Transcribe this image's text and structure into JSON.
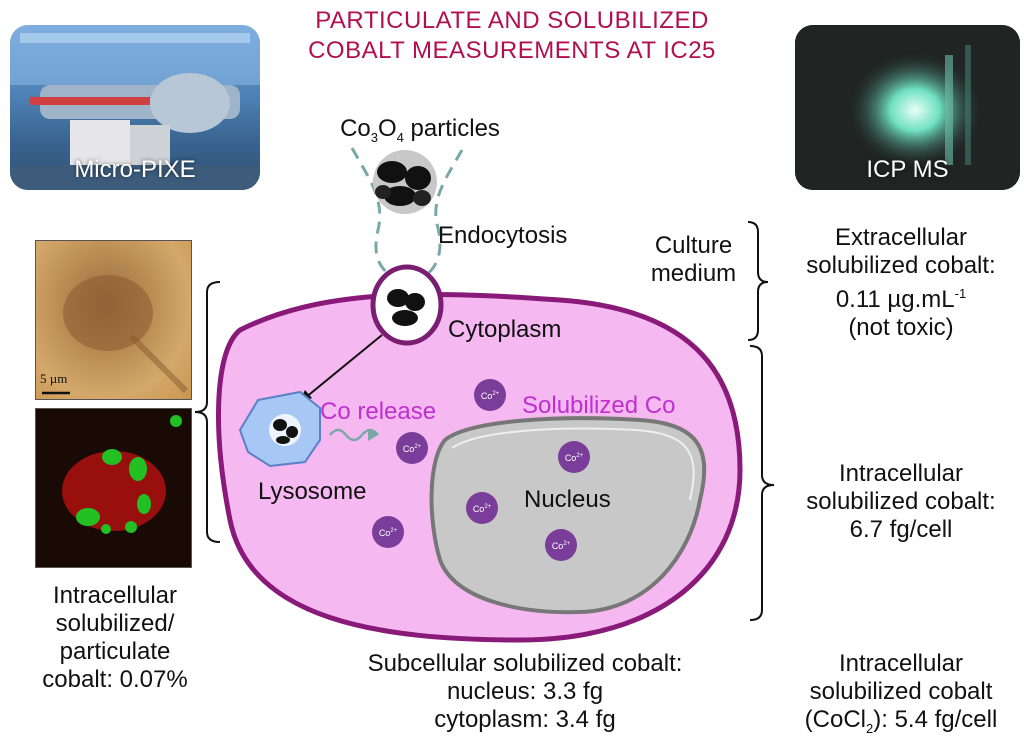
{
  "title": {
    "line1": "PARTICULATE AND SOLUBILIZED",
    "line2": "COBALT MEASUREMENTS AT IC25"
  },
  "photos": {
    "left_caption": "Micro-PIXE",
    "right_caption": "ICP MS"
  },
  "diagram": {
    "particles_label": "Co",
    "particles_sub1": "3",
    "particles_mid": "O",
    "particles_sub2": "4",
    "particles_tail": " particles",
    "endocytosis": "Endocytosis",
    "cytoplasm": "Cytoplasm",
    "co_release": "Co release",
    "solubilized_co": "Solubilized Co",
    "lysosome": "Lysosome",
    "nucleus": "Nucleus",
    "ion_label": "Co",
    "ion_charge": "2+"
  },
  "microscopy": {
    "scale_bar": "5 µm"
  },
  "culture": {
    "line1": "Culture",
    "line2": "medium"
  },
  "extracellular": {
    "line1": "Extracellular",
    "line2": "solubilized cobalt:",
    "line3_main": "0.11 µg.mL",
    "line3_sup": "-1",
    "line4": "(not toxic)"
  },
  "intracellular": {
    "line1": "Intracellular",
    "line2": "solubilized cobalt:",
    "line3": "6.7 fg/cell"
  },
  "left_summary": {
    "line1": "Intracellular",
    "line2": "solubilized/",
    "line3": "particulate",
    "line4": "cobalt: 0.07%"
  },
  "subcellular": {
    "line1": "Subcellular solubilized cobalt:",
    "line2": "nucleus: 3.3 fg",
    "line3": "cytoplasm: 3.4 fg"
  },
  "cocl2": {
    "line1": "Intracellular",
    "line2": "solubilized cobalt",
    "line3_pre": "(CoCl",
    "line3_sub": "2",
    "line3_post": "): 5.4 fg/cell"
  },
  "colors": {
    "title": "#b0104e",
    "cell_fill": "#f5b8f0",
    "cell_border": "#8a1a7a",
    "ion": "#7a3d9a",
    "magenta_text": "#c02fd0",
    "lysosome": "#a7c8f4"
  }
}
